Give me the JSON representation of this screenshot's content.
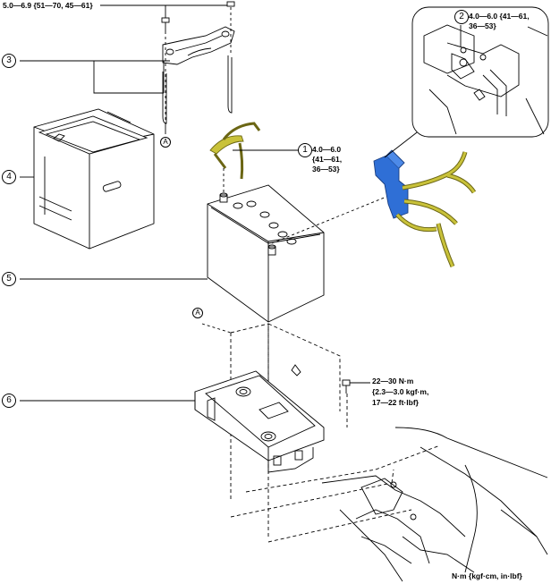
{
  "torques": {
    "top_bolt": "5.0—6.9 {51—70, 45—61}",
    "detail_clamp": [
      "4.0—6.0 {41—61,",
      "36—53}"
    ],
    "terminal": [
      "4.0—6.0",
      "{41—61,",
      "36—53}"
    ],
    "tray_bolt": [
      "22—30 N·m",
      "{2.3—3.0 kgf·m,",
      "17—22 ft·lbf}"
    ]
  },
  "callouts": {
    "c1": "1",
    "c2": "2",
    "c3": "3",
    "c4": "4",
    "c5": "5",
    "c6": "6",
    "ref_a": "A"
  },
  "units_note": "N·m {kgf·cm, in·lbf}",
  "colors": {
    "cable_yellow": "#c9c23a",
    "cable_dark": "#6b6614",
    "cover_blue": "#2f6fd6",
    "line": "#000000"
  }
}
